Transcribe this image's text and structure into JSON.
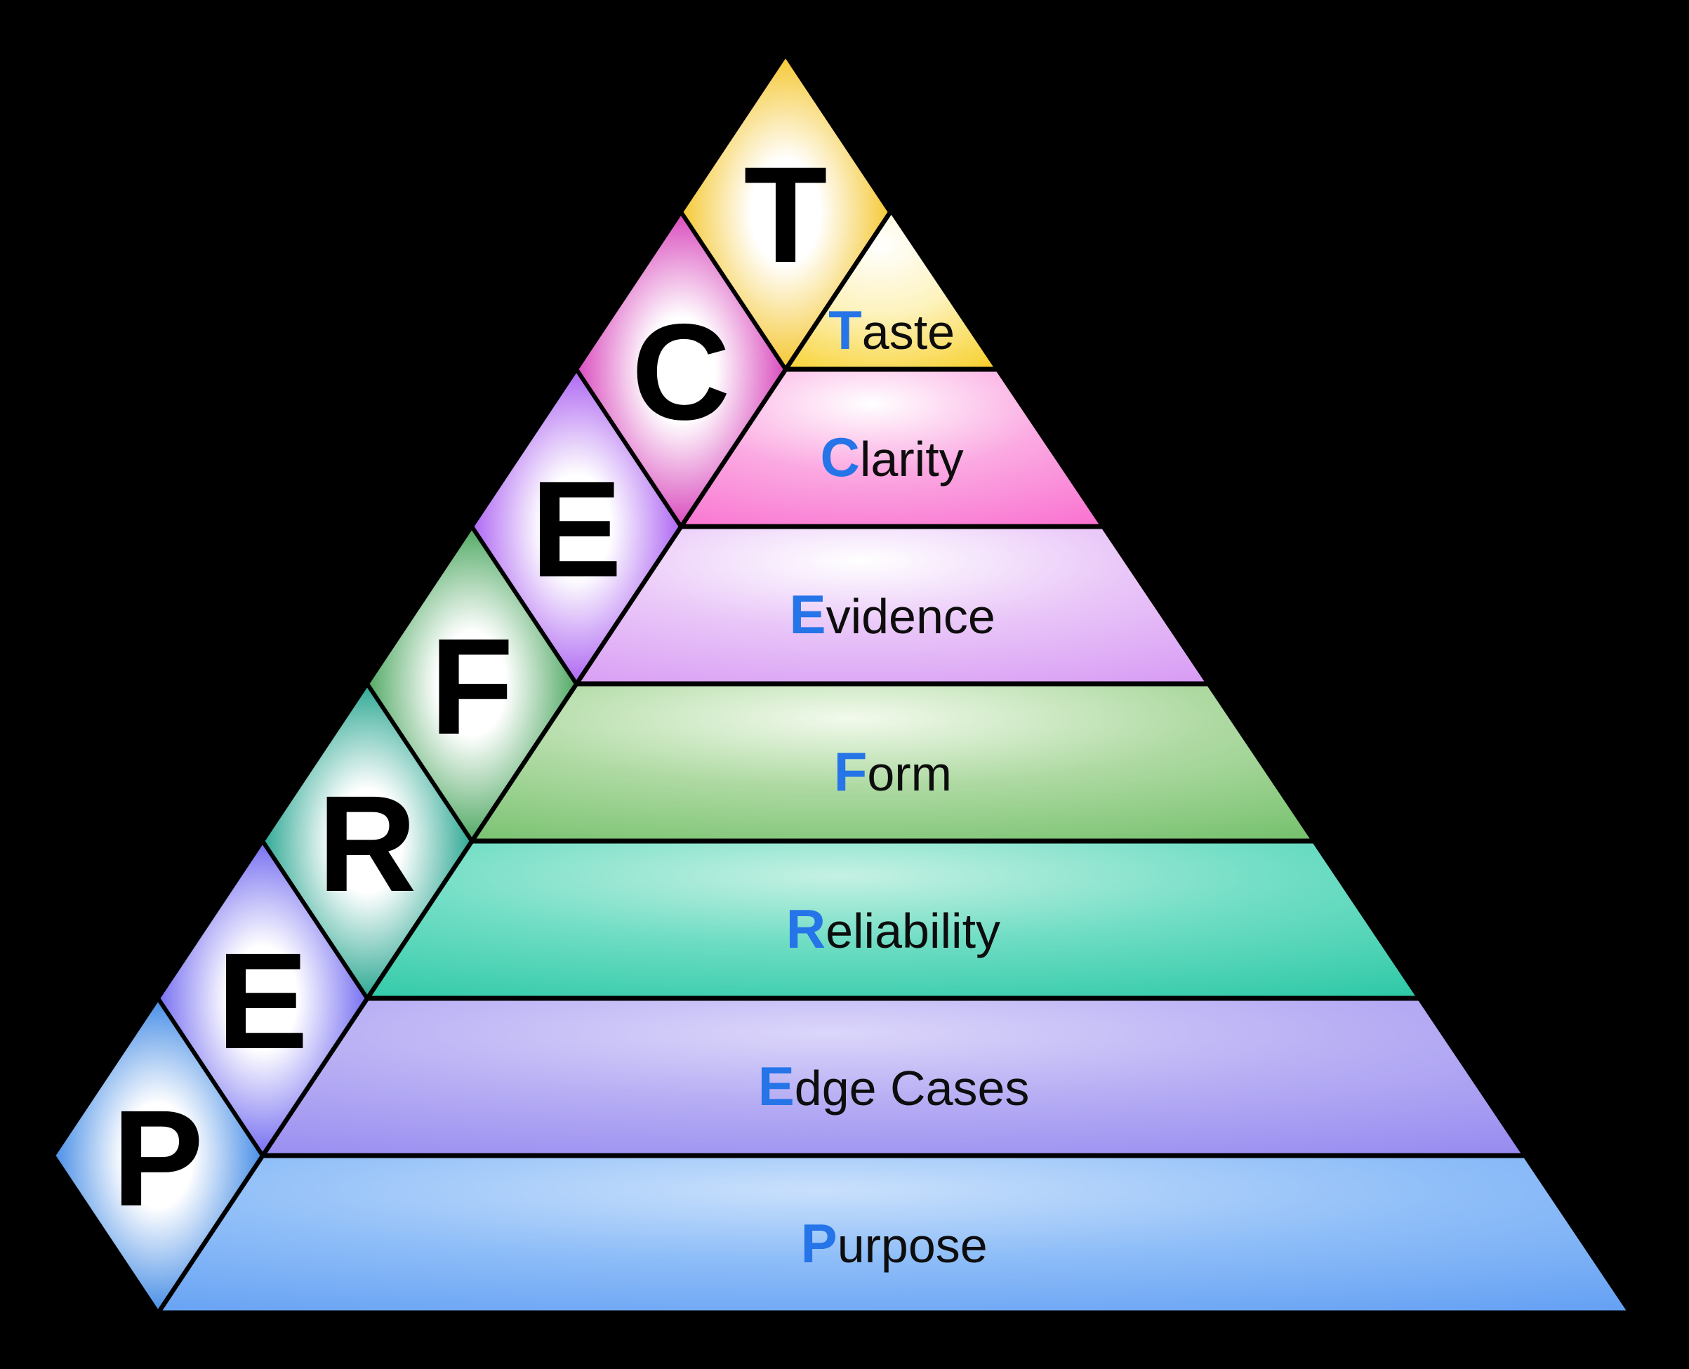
{
  "diagram": {
    "acronym": "PERFECT",
    "background_color": "#000000",
    "accent_color": "#2574E8",
    "text_color": "#0D0D0D",
    "outline_color": "#000000"
  },
  "layers": [
    {
      "letter": "T",
      "label": "Taste",
      "label_first": "T",
      "label_rest": "aste",
      "diamond_color": "#F3BF13",
      "band_stops": [
        "#FFFFFF",
        "#FDF3BE",
        "#F7CE25"
      ]
    },
    {
      "letter": "C",
      "label": "Clarity",
      "label_first": "C",
      "label_rest": "larity",
      "diamond_color": "#D32FB3",
      "band_stops": [
        "#FFFFFF",
        "#FBAAE2",
        "#F970D0"
      ]
    },
    {
      "letter": "E",
      "label": "Evidence",
      "label_first": "E",
      "label_rest": "vidence",
      "diamond_color": "#A14FF0",
      "band_stops": [
        "#FFFFFF",
        "#E9C6F8",
        "#D79AF4"
      ]
    },
    {
      "letter": "F",
      "label": "Form",
      "label_first": "F",
      "label_rest": "orm",
      "diamond_color": "#379C4D",
      "band_stops": [
        "#F2FAEC",
        "#AFDAA3",
        "#74C06C"
      ]
    },
    {
      "letter": "R",
      "label": "Reliability",
      "label_first": "R",
      "label_rest": "eliability",
      "diamond_color": "#0E9B83",
      "band_stops": [
        "#C5F1E3",
        "#6FDDC4",
        "#2CC8A6"
      ]
    },
    {
      "letter": "E",
      "label": "Edge Cases",
      "label_first": "E",
      "label_rest": "dge Cases",
      "diamond_color": "#6159EF",
      "band_stops": [
        "#DBD6FA",
        "#B7AEF4",
        "#968AF0"
      ]
    },
    {
      "letter": "P",
      "label": "Purpose",
      "label_first": "P",
      "label_rest": "urpose",
      "diamond_color": "#2B7CE2",
      "band_stops": [
        "#C9E0FC",
        "#8FBEF8",
        "#639FF3"
      ]
    }
  ]
}
